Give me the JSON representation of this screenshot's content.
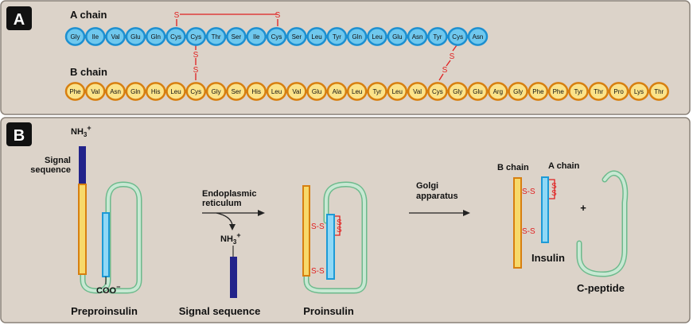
{
  "colors": {
    "panel_bg": "#dcd3c9",
    "panel_border": "#8a8178",
    "label_box": "#111111",
    "a_fill": "#6fc8ee",
    "a_stroke": "#1d8fd0",
    "b_fill": "#fbe38a",
    "b_stroke": "#d77f10",
    "disulfide": "#e02020",
    "signal_seq": "#22238a",
    "c_peptide_fill": "#c8e8d3",
    "c_peptide_stroke": "#6cba8c",
    "b_bar_fill": "#f7d96a",
    "b_bar_stroke": "#d77f10",
    "a_bar_fill": "#8fd8f6",
    "a_bar_stroke": "#1d9ad6"
  },
  "panel_a": {
    "label": "A",
    "a_chain_title": "A chain",
    "b_chain_title": "B chain",
    "a_chain": [
      "Gly",
      "Ile",
      "Val",
      "Glu",
      "Gln",
      "Cys",
      "Cys",
      "Thr",
      "Ser",
      "Ile",
      "Cys",
      "Ser",
      "Leu",
      "Tyr",
      "Gln",
      "Leu",
      "Glu",
      "Asn",
      "Tyr",
      "Cys",
      "Asn"
    ],
    "b_chain": [
      "Phe",
      "Val",
      "Asn",
      "Gln",
      "His",
      "Leu",
      "Cys",
      "Gly",
      "Ser",
      "His",
      "Leu",
      "Val",
      "Glu",
      "Ala",
      "Leu",
      "Tyr",
      "Leu",
      "Val",
      "Cys",
      "Gly",
      "Glu",
      "Arg",
      "Gly",
      "Phe",
      "Phe",
      "Tyr",
      "Thr",
      "Pro",
      "Lys",
      "Thr"
    ],
    "sulfur": "S"
  },
  "panel_b": {
    "label": "B",
    "nh3": "NH",
    "nh3_sub": "3",
    "nh3_sup": "+",
    "coo": "COO",
    "coo_sup": "−",
    "signal_label_1": "Signal",
    "signal_label_2": "sequence",
    "er_1": "Endoplasmic",
    "er_2": "reticulum",
    "golgi_1": "Golgi",
    "golgi_2": "apparatus",
    "b_chain_label": "B chain",
    "a_chain_label": "A chain",
    "plus": "+",
    "insulin_label": "Insulin",
    "preproinsulin": "Preproinsulin",
    "signal_caption": "Signal sequence",
    "proinsulin": "Proinsulin",
    "c_peptide": "C-peptide",
    "ss_bond": "S-S",
    "s": "S"
  }
}
